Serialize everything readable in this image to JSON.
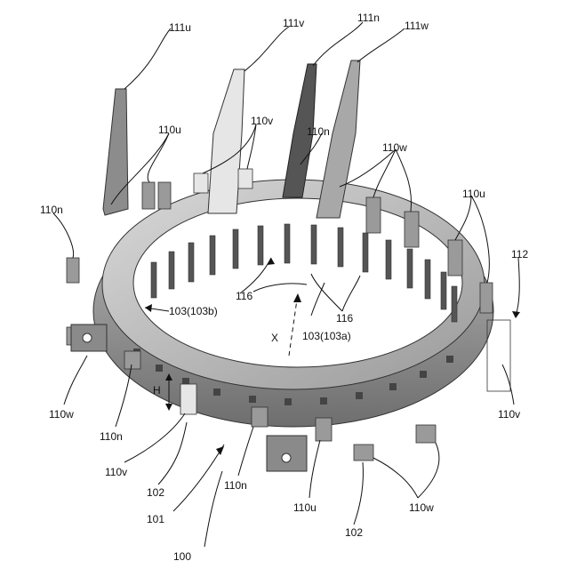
{
  "labels": {
    "t111u": "111u",
    "t111v": "111v",
    "t111n_top": "111n",
    "t111w": "111w",
    "t110u_a": "110u",
    "t110v_a": "110v",
    "t110n_a": "110n",
    "t110w_a": "110w",
    "t110u_b": "110u",
    "t110n_left": "110n",
    "t112": "112",
    "t116_a": "116",
    "t116_b": "116",
    "t103b": "103(103b)",
    "t103a": "103(103a)",
    "tX": "X",
    "tH": "H",
    "t110w_left": "110w",
    "t110n_mid": "110n",
    "t110v_right": "110v",
    "t110v_bot": "110v",
    "t102_a": "102",
    "t110n_bot": "110n",
    "t101": "101",
    "t110u_bot": "110u",
    "t110w_bot": "110w",
    "t102_b": "102",
    "t100": "100"
  }
}
